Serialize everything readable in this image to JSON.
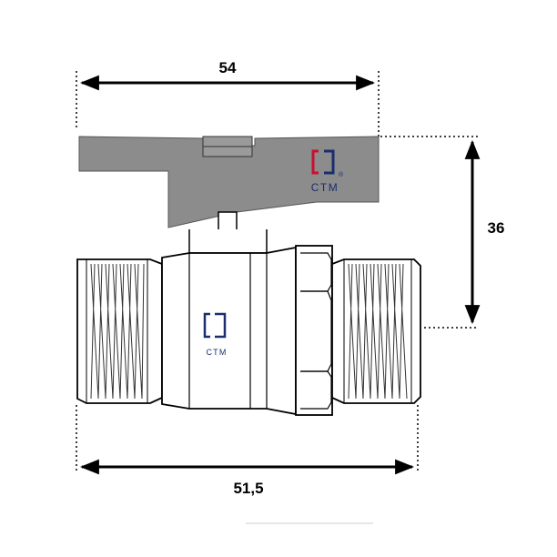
{
  "dimensions": {
    "top_width": "54",
    "height": "36",
    "bottom_width": "51,5"
  },
  "logo": {
    "handle_text": "CTM",
    "registered_mark": "®",
    "body_text": "CTM"
  },
  "colors": {
    "handle": "#8c8c8c",
    "logo_red": "#c8102e",
    "logo_blue": "#1a2e6e",
    "outline": "#000000"
  }
}
